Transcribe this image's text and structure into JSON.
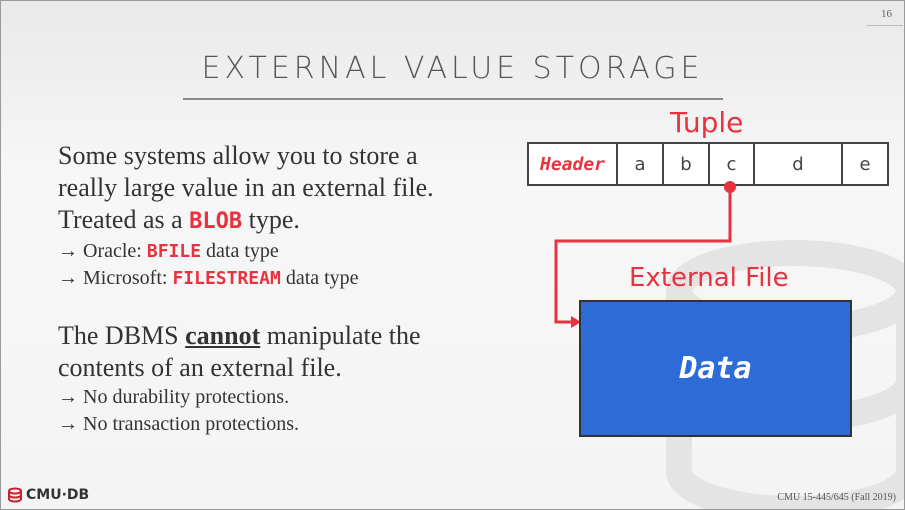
{
  "slide": {
    "number": "16",
    "title": "EXTERNAL VALUE STORAGE",
    "paragraph1": {
      "line1": "Some systems allow you to store a",
      "line2": "really large value in an external file.",
      "line3_pre": "Treated as a ",
      "line3_code": "BLOB",
      "line3_post": " type."
    },
    "bullets1": [
      {
        "arrow": "→",
        "pre": "Oracle: ",
        "code": "BFILE",
        "post": " data type"
      },
      {
        "arrow": "→",
        "pre": "Microsoft: ",
        "code": "FILESTREAM",
        "post": " data type"
      }
    ],
    "paragraph2": {
      "pre": "The DBMS ",
      "emph": "cannot",
      "post": " manipulate the",
      "line2": "contents of an external file."
    },
    "bullets2": [
      {
        "arrow": "→",
        "text": "No durability protections."
      },
      {
        "arrow": "→",
        "text": "No transaction protections."
      }
    ],
    "diagram": {
      "tuple_label": "Tuple",
      "cells": [
        "Header",
        "a",
        "b",
        "c",
        "d",
        "e"
      ],
      "file_label": "External File",
      "data_label": "Data",
      "accent_color": "#e8333f",
      "data_color": "#2d6bd7"
    },
    "logo_text": "CMU·DB",
    "logo_icon": "database-icon",
    "footer": "CMU 15-445/645 (Fall 2019)"
  }
}
